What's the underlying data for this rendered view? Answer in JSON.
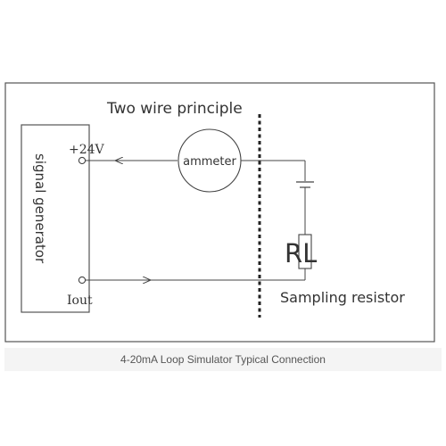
{
  "diagram": {
    "title": "Two wire principle",
    "generator_label": "signal generator",
    "terminal_positive_label": "+24V",
    "terminal_output_label": "Iout",
    "ammeter_label": "ammeter",
    "load_label": "RL",
    "resistor_caption": "Sampling resistor"
  },
  "caption": {
    "text": "4-20mA Loop Simulator Typical Connection"
  },
  "colors": {
    "line": "#444444",
    "border": "#555555",
    "text": "#333333",
    "caption_bg": "#f4f4f4",
    "caption_text": "#555555"
  }
}
